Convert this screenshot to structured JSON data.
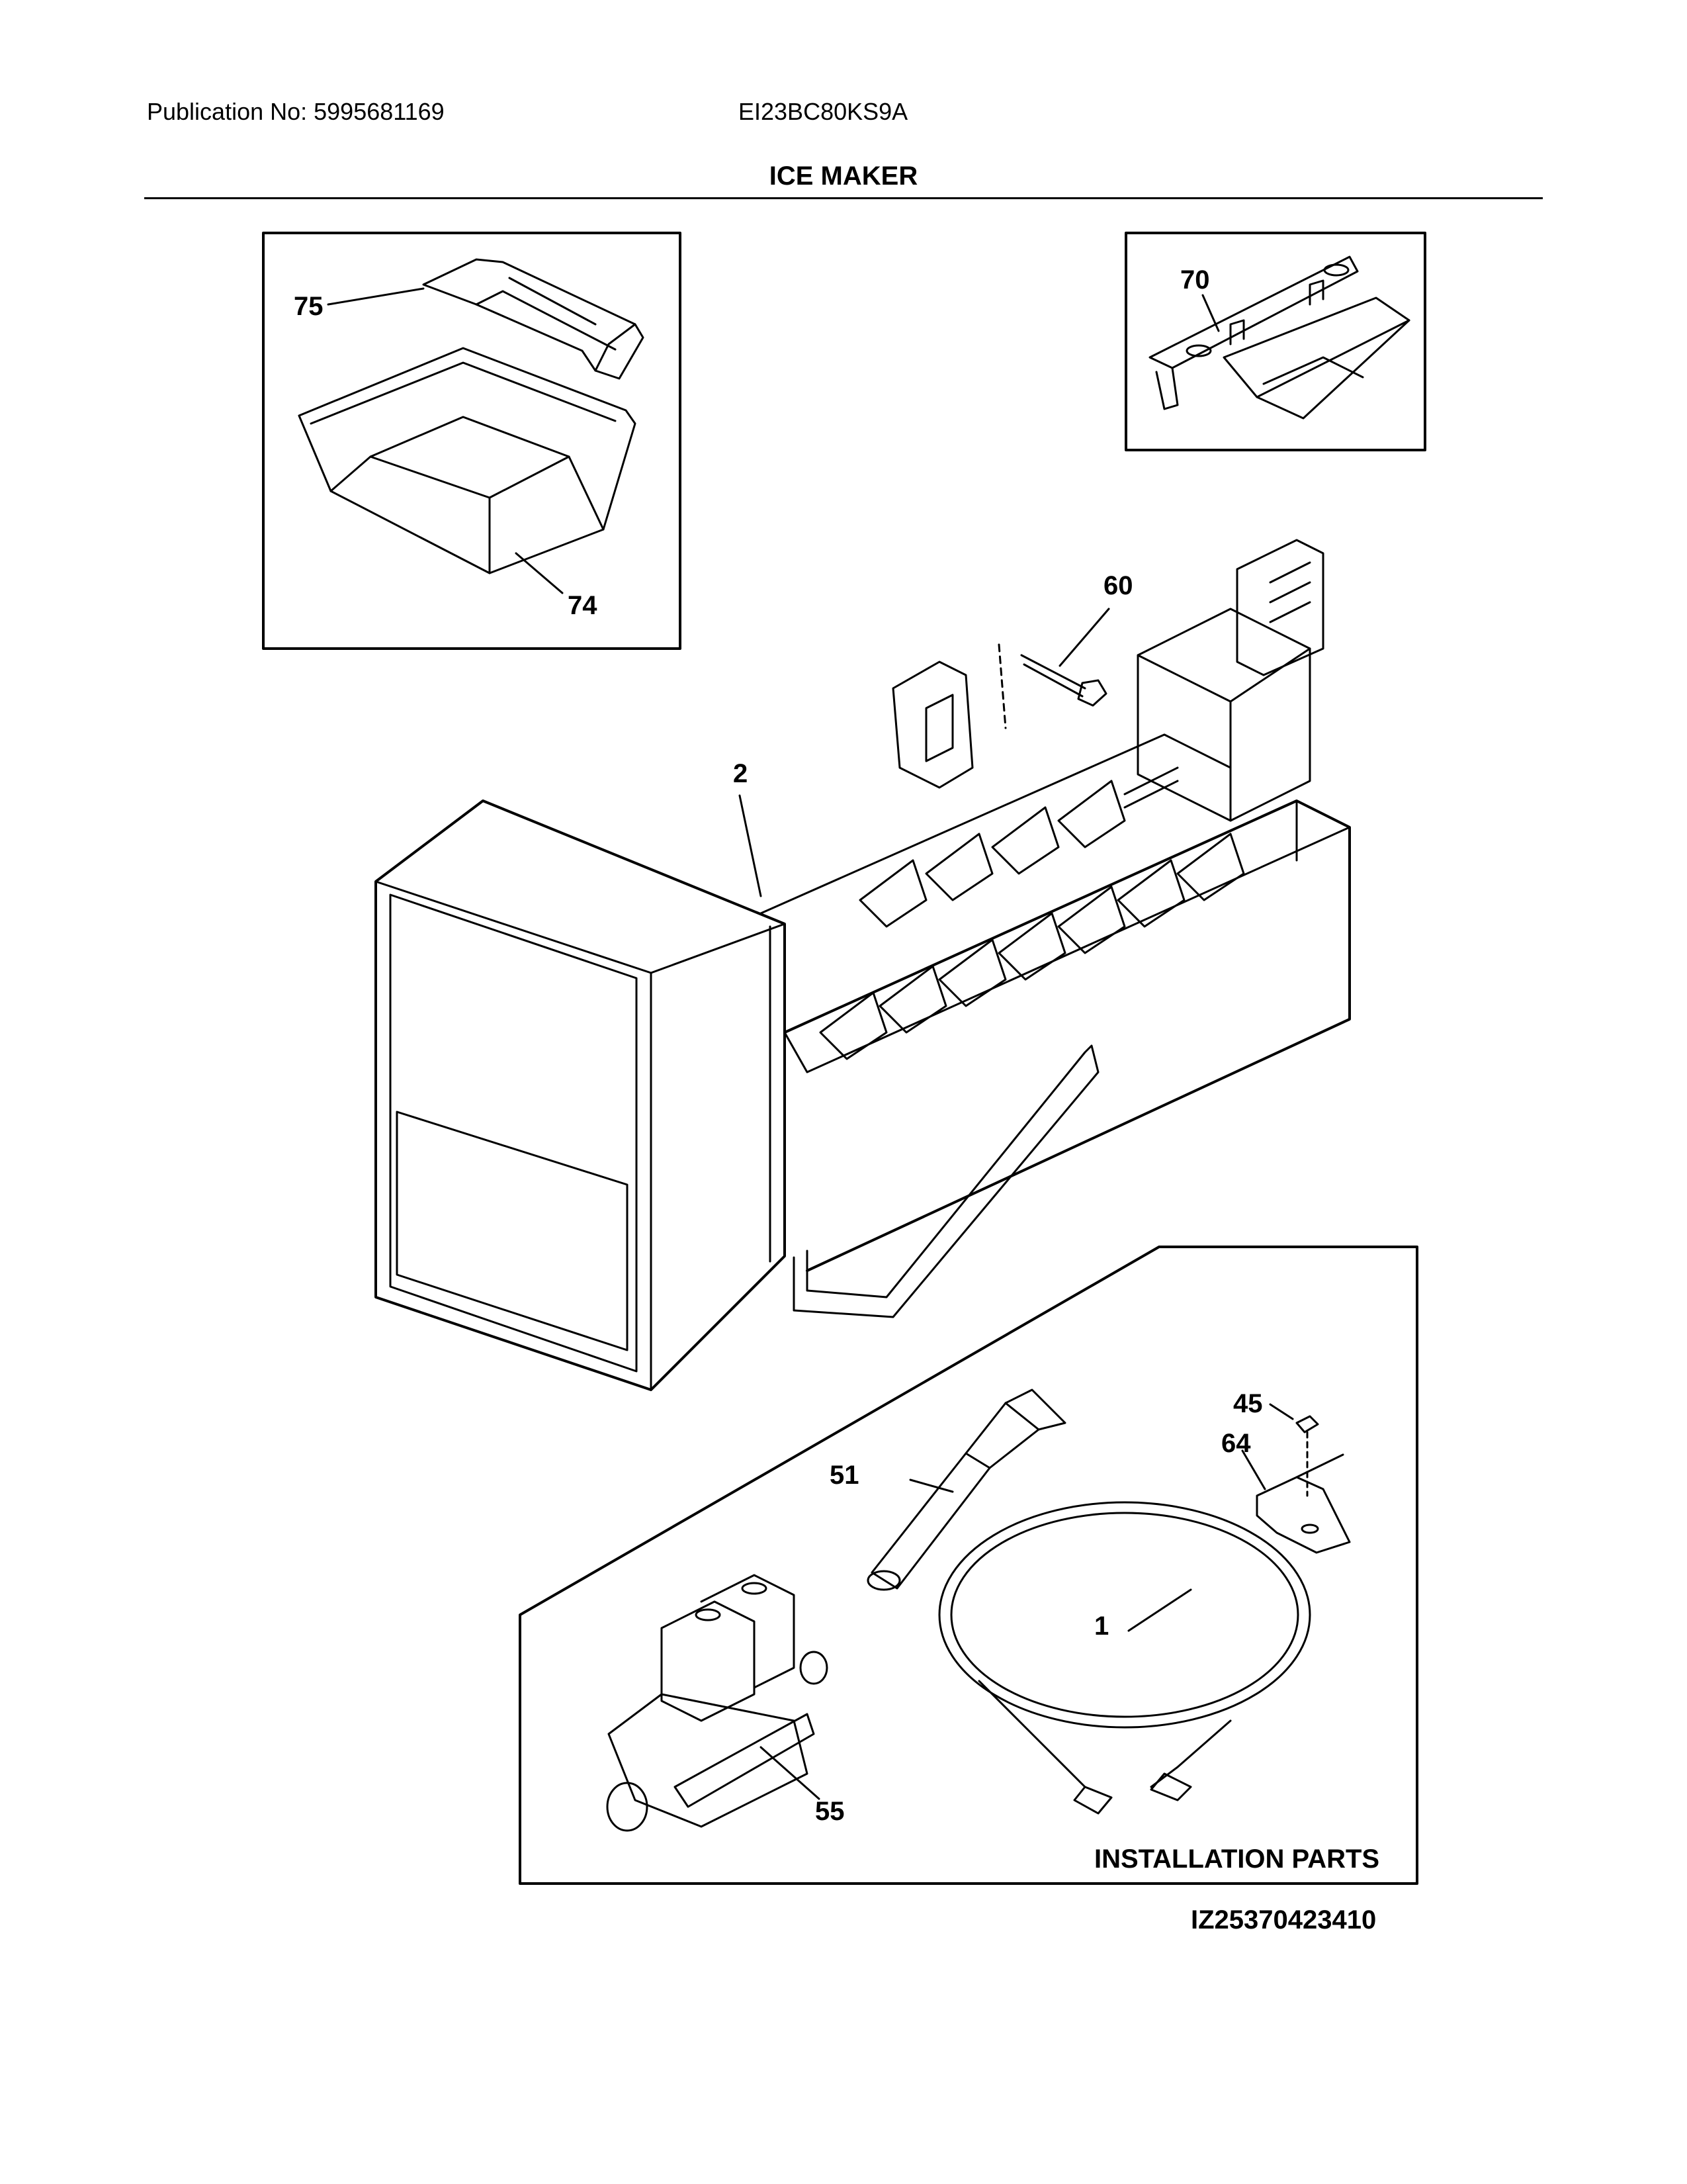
{
  "header": {
    "publication": "Publication No: 5995681169",
    "model": "EI23BC80KS9A",
    "title": "ICE MAKER"
  },
  "callouts": {
    "c75": "75",
    "c74": "74",
    "c70": "70",
    "c60": "60",
    "c2": "2",
    "c45": "45",
    "c64": "64",
    "c51": "51",
    "c1": "1",
    "c55": "55"
  },
  "installation_label": "INSTALLATION PARTS",
  "image_id": "IZ25370423410"
}
